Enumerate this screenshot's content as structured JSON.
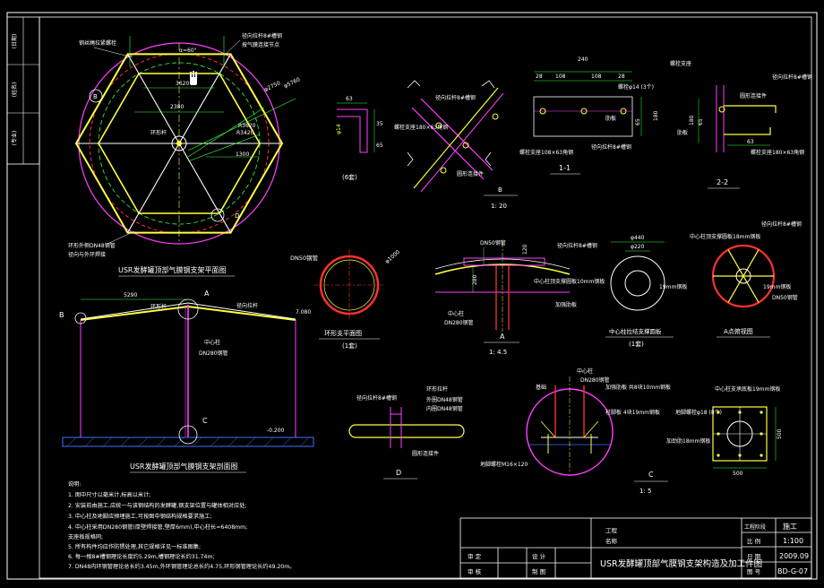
{
  "sidebar": {
    "labels": [
      "(日期)",
      "(姓名)",
      "(专业)"
    ]
  },
  "plan": {
    "title": "USR发酵罐顶部气膜钢支架平面图",
    "labels": {
      "top_left": "钢丝绳拉紧螺栓",
      "top_right_1": "径向拉杆8#槽钢",
      "top_right_2": "按气膜连接节点",
      "angle": "α=60°",
      "bottom_left_1": "环形外侧DN48钢管",
      "bottom_left_2": "径向与外环焊接",
      "detail_b": "B",
      "detail_d": "D",
      "center": "环形杆"
    },
    "dims": [
      "3620",
      "2380",
      "1300",
      "φ2750",
      "φ5760",
      "R3420",
      "R3620"
    ]
  },
  "section": {
    "title": "USR发酵罐顶部气膜钢支架剖面图",
    "labels": {
      "span": "5290",
      "A": "A",
      "B": "B",
      "C": "C",
      "ring": "环形杆",
      "radial": "径向拉杆",
      "column_1": "中心柱",
      "column_2": "DN280钢管",
      "elev_top": "7.080",
      "elev_bot": "-0.200"
    }
  },
  "angle_detail": {
    "note": "(6套)",
    "dims": [
      "63",
      "35",
      "65"
    ],
    "label": "φ14"
  },
  "detail_b": {
    "title": "B",
    "scale": "1: 20",
    "labels": [
      "径向拉杆8#槽钢",
      "螺栓支座180×63角钢",
      "圆形连接件"
    ]
  },
  "detail_11": {
    "title": "1-1",
    "dims": [
      "240",
      "28",
      "108",
      "108",
      "28",
      "65",
      "180"
    ],
    "labels": [
      "螺栓φ14 (3个)",
      "肋板",
      "螺栓支座108×63角钢",
      "径向拉杆8#槽钢"
    ]
  },
  "detail_22": {
    "title": "2-2",
    "dims": [
      "63",
      "65",
      "180"
    ],
    "labels": [
      "螺栓支座",
      "径向拉杆8#槽钢",
      "圆形连接件",
      "螺栓支座180×63角钢",
      "肋板"
    ]
  },
  "ring_plan": {
    "title": "环形支平面图",
    "note": "(1套)",
    "labels": [
      "DN50钢管",
      "φ1000"
    ]
  },
  "detail_a": {
    "title": "A",
    "scale": "1: 4.5",
    "labels": [
      "DN50钢管",
      "径向拉杆8#槽钢",
      "中心柱顶支撑圆板10mm钢板",
      "加强肋板",
      "中心柱",
      "DN280钢管"
    ],
    "dims": [
      "120",
      "280"
    ]
  },
  "center_plate": {
    "title": "中心柱拉结支撑圆板",
    "note": "(1套)",
    "labels": [
      "φ440",
      "φ220",
      "19mm钢板"
    ]
  },
  "view_a": {
    "title": "A点俯视图",
    "labels": [
      "中心柱顶支撑圆板18mm钢板",
      "径向拉杆8#槽钢",
      "19mm钢板",
      "DN50钢管"
    ]
  },
  "detail_d": {
    "title": "D",
    "labels": [
      "径向拉杆8#槽钢",
      "环形拉杆",
      "外圈DN48钢管",
      "内圈DN48钢管",
      "圆形连接件"
    ]
  },
  "detail_c": {
    "title": "C",
    "scale": "1: 5",
    "labels": [
      "中心柱",
      "DN280钢管",
      "加强肋板 共8块10mm钢板",
      "柱脚板 4块19mm钢板",
      "地脚螺栓M16×120",
      "基础"
    ]
  },
  "base_plate": {
    "labels": [
      "中心柱支承底板19mm钢板",
      "地脚螺栓φ18 (8个)",
      "加劲肋18mm钢板"
    ],
    "dims": [
      "500",
      "500"
    ]
  },
  "notes": {
    "heading": "说明:",
    "items": [
      "1. 图中尺寸以毫米计,标高以米计;",
      "2. 安装前由施工,应统一与该钢结构的发酵罐,钢支架位置与罐体相对应处;",
      "3. 中心柱及地脚应预埋施工,可按图中钢结构规格要求施工;",
      "4. 中心柱采用DN280钢管(厚壁焊接管,壁厚6mm),中心柱长=6408mm;",
      "   支座板规格同;",
      "5. 所有构件均应作防锈处理,其它规格详见一标准图集;",
      "6. 每一根8#槽钢理论长度约5.29m,槽钢理论长约31.74m;",
      "7. DN48内环钢管理论总长约3.45m,外环钢管理论总长约4.75,环形钢管理论长约49.20m。"
    ]
  },
  "title_block": {
    "project_label_1": "工程",
    "project_label_2": "名称",
    "review": "审 定",
    "audit": "审 核",
    "design": "设 计",
    "draw": "制 图",
    "drawing_title": "USR发酵罐顶部气膜钢支架构造及加工件图",
    "stage_label": "工程阶段",
    "stage_value": "施工",
    "scale_label": "比 例",
    "scale_value": "1:100",
    "date_label": "日 期",
    "date_value": "2009.09",
    "no_label": "图 号",
    "no_value": "BD-G-07"
  },
  "colors": {
    "bg": "#000000",
    "frame": "#ffffff",
    "yellow": "#ffff40",
    "magenta": "#ff40ff",
    "red": "#ff3030",
    "green": "#30ff30",
    "blue": "#4070ff",
    "white": "#ffffff"
  }
}
